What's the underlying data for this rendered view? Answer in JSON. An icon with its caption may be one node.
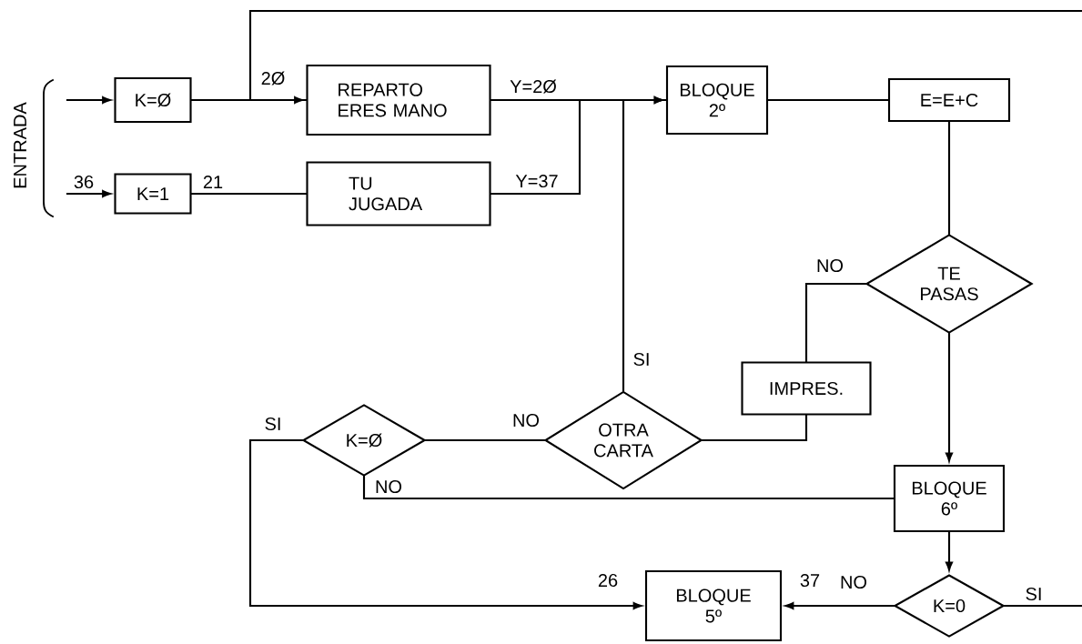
{
  "diagram": {
    "nodes": [
      {
        "text": [
          "K=Ø"
        ]
      },
      {
        "text": [
          "K=1"
        ]
      },
      {
        "text": [
          "REPARTO ERES MANO"
        ]
      },
      {
        "text": [
          "TU JUGADA"
        ]
      },
      {
        "text": [
          "BLOQUE 2º"
        ]
      },
      {
        "text": [
          "E=E+C"
        ]
      },
      {
        "text": [
          "TE PASAS"
        ]
      },
      {
        "text": [
          "IMPRES."
        ]
      },
      {
        "text": [
          "OTRA CARTA"
        ]
      },
      {
        "text": [
          "K=Ø"
        ]
      },
      {
        "text": [
          "BLOQUE 6º"
        ]
      },
      {
        "text": [
          "BLOQUE 5º"
        ]
      },
      {
        "text": [
          "K=0"
        ]
      }
    ],
    "edges": [
      {
        "from": null,
        "to": 0,
        "arrow": "to"
      },
      {
        "from": null,
        "to": 1,
        "arrow": "to",
        "label": "36"
      },
      {
        "from": 0,
        "to": 2,
        "arrow": "none"
      },
      {
        "from": null,
        "to": 2,
        "arrow": "to",
        "label": "2Ø"
      },
      {
        "from": 1,
        "to": 3,
        "arrow": "none",
        "label": "21"
      },
      {
        "from": 2,
        "to": 4,
        "arrow": "none",
        "label": "Y=2Ø"
      },
      {
        "from": 3,
        "to": 4,
        "arrow": "to",
        "label": "Y=37"
      },
      {
        "from": 8,
        "to": 4,
        "arrow": "to",
        "label": "SI"
      },
      {
        "from": 4,
        "to": 5,
        "arrow": "none"
      },
      {
        "from": 5,
        "to": 6,
        "arrow": "none"
      },
      {
        "from": 6,
        "to": 7,
        "arrow": "none",
        "label": "NO"
      },
      {
        "from": 7,
        "to": 8,
        "arrow": "none"
      },
      {
        "from": 8,
        "to": 9,
        "arrow": "none",
        "label": "NO"
      },
      {
        "from": 9,
        "to": 11,
        "arrow": "to",
        "label": "SI"
      },
      {
        "from": 9,
        "to": 10,
        "arrow": "none",
        "label": "NO"
      },
      {
        "from": 6,
        "to": 10,
        "arrow": "to"
      },
      {
        "from": 10,
        "to": 12,
        "arrow": "to"
      },
      {
        "from": 12,
        "to": 11,
        "arrow": "to",
        "label": "NO"
      },
      {
        "from": 12,
        "to": null,
        "arrow": "none",
        "label": "SI"
      }
    ],
    "labels": [
      "ENTRADA",
      "26",
      "37"
    ]
  }
}
